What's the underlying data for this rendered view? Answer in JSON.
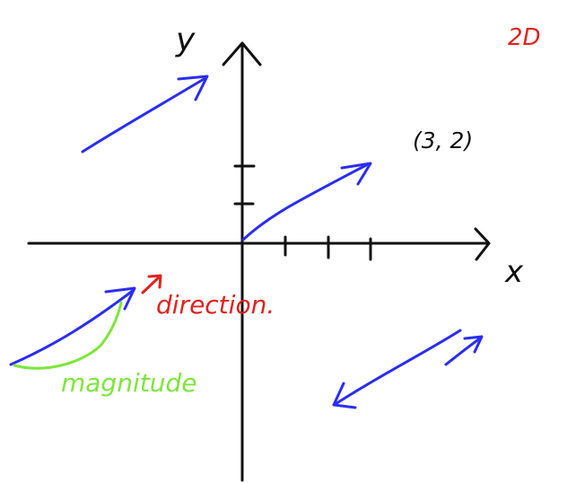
{
  "labels": {
    "y_axis": "y",
    "x_axis": "x",
    "dimension": "2D",
    "point": "(3, 2)",
    "direction": "direction.",
    "magnitude": "magnitude"
  },
  "colors": {
    "axis": "#111111",
    "vector": "#2a2ef0",
    "direction_note": "#e0231f",
    "magnitude_note": "#7ee63b",
    "background": "#ffffff"
  }
}
